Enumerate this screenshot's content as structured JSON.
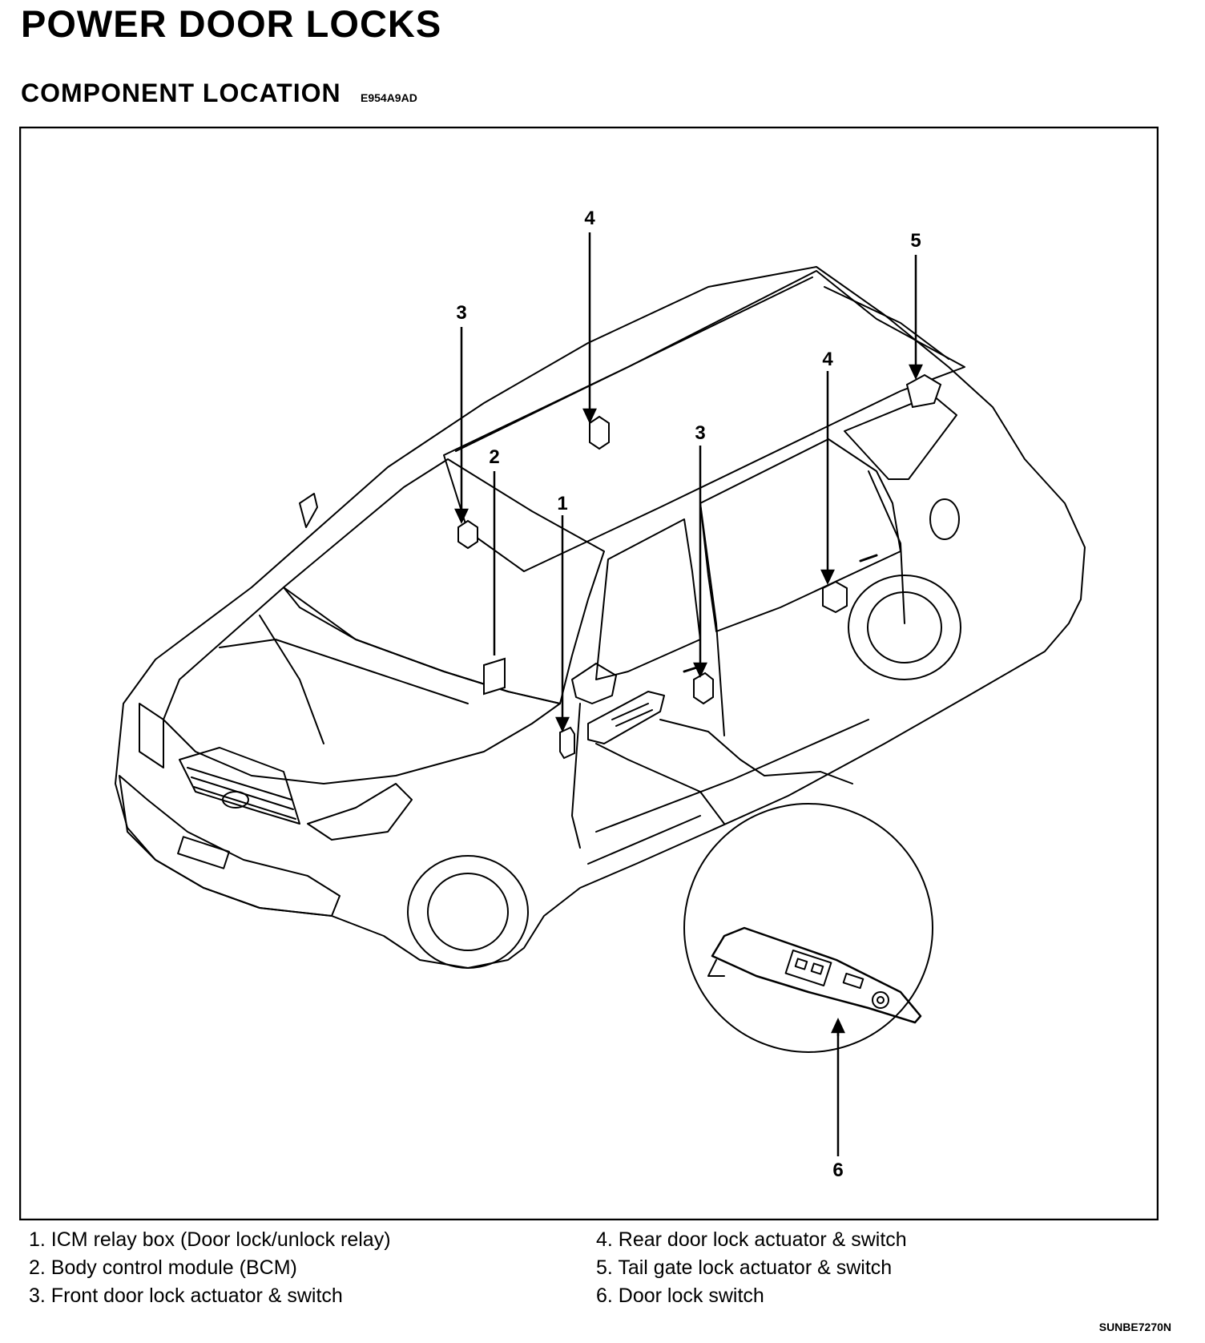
{
  "header": {
    "title": "POWER DOOR LOCKS",
    "section": "COMPONENT LOCATION",
    "section_code": "E954A9AD"
  },
  "diagram": {
    "subject": "vehicle-power-door-lock-component-locations",
    "callouts": [
      {
        "id": "c1",
        "number": "1"
      },
      {
        "id": "c2",
        "number": "2"
      },
      {
        "id": "c3a",
        "number": "3"
      },
      {
        "id": "c3b",
        "number": "3"
      },
      {
        "id": "c4a",
        "number": "4"
      },
      {
        "id": "c4b",
        "number": "4"
      },
      {
        "id": "c5",
        "number": "5"
      },
      {
        "id": "c6",
        "number": "6"
      }
    ]
  },
  "legend": {
    "left": [
      "1. ICM relay box (Door lock/unlock relay)",
      "2. Body control module (BCM)",
      "3. Front door lock actuator & switch"
    ],
    "right": [
      "4. Rear door lock actuator & switch",
      "5. Tail gate lock actuator & switch",
      "6. Door lock switch"
    ]
  },
  "figure_code": "SUNBE7270N"
}
